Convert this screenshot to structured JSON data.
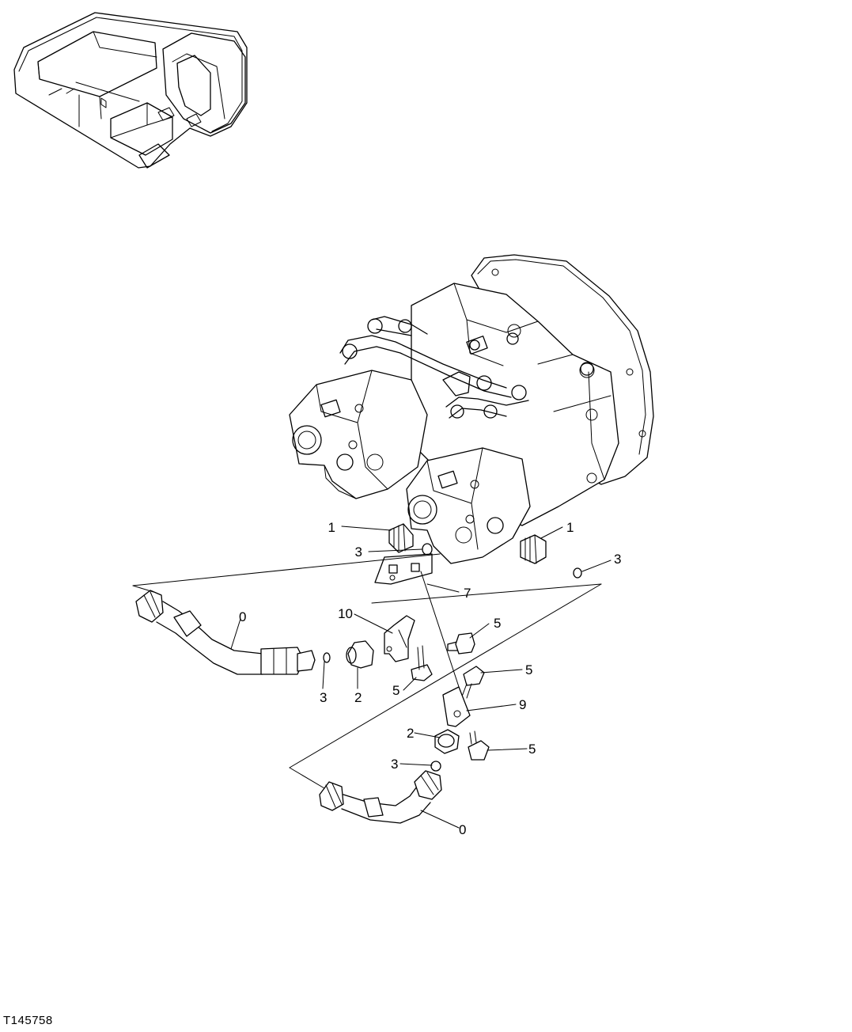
{
  "figure_id": "T145758",
  "callouts": {
    "c1a": "1",
    "c1b": "1",
    "c3a": "3",
    "c3b": "3",
    "c7": "7",
    "c10": "10",
    "c0a": "0",
    "c5a": "5",
    "c3c": "3",
    "c2a": "2",
    "c5b": "5",
    "c5c": "5",
    "c9": "9",
    "c2b": "2",
    "c5d": "5",
    "c3d": "3",
    "c0b": "0"
  }
}
